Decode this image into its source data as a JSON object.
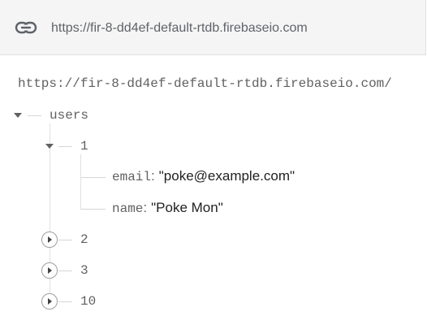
{
  "url_bar": {
    "icon": "link-icon",
    "url": "https://fir-8-dd4ef-default-rtdb.firebaseio.com"
  },
  "tree": {
    "root_url": "https://fir-8-dd4ef-default-rtdb.firebaseio.com/",
    "users": {
      "key": "users",
      "children": [
        {
          "key": "1",
          "fields": [
            {
              "key": "email",
              "value": "\"poke@example.com\""
            },
            {
              "key": "name",
              "value": "\"Poke Mon\""
            }
          ]
        },
        {
          "key": "2"
        },
        {
          "key": "3"
        },
        {
          "key": "10"
        }
      ]
    },
    "separator": ":"
  }
}
